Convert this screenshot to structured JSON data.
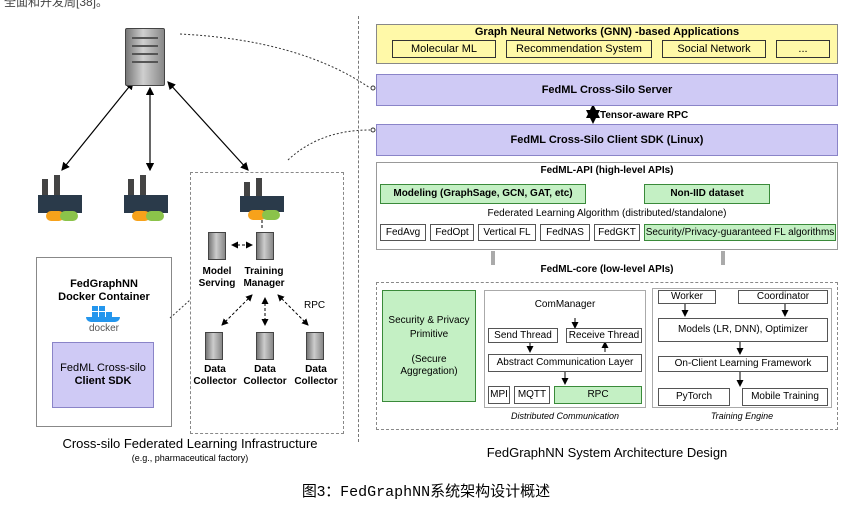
{
  "top_text": "全面和开发周[38]。",
  "left": {
    "fedgraphnn_container_title_1": "FedGraphNN",
    "fedgraphnn_container_title_2": "Docker Container",
    "docker_label": "docker",
    "client_sdk_1": "FedML Cross-silo",
    "client_sdk_2": "Client SDK",
    "model_serving_1": "Model",
    "model_serving_2": "Serving",
    "training_manager_1": "Training",
    "training_manager_2": "Manager",
    "rpc_label": "RPC",
    "data_collector_1": "Data",
    "data_collector_2": "Collector",
    "caption_main": "Cross-silo Federated Learning Infrastructure",
    "caption_sub": "(e.g., pharmaceutical factory)"
  },
  "right": {
    "gnn_apps_title": "Graph Neural Networks (GNN) -based Applications",
    "apps": [
      "Molecular ML",
      "Recommendation System",
      "Social Network",
      "..."
    ],
    "server": "FedML Cross-Silo Server",
    "tensor_rpc": "Tensor-aware RPC",
    "client_sdk": "FedML Cross-Silo Client SDK (Linux)",
    "fedml_api_title": "FedML-API (high-level APIs)",
    "modeling": "Modeling (GraphSage, GCN, GAT, etc)",
    "non_iid": "Non-IID dataset",
    "fl_algo_title": "Federated Learning Algorithm (distributed/standalone)",
    "algorithms": [
      "FedAvg",
      "FedOpt",
      "Vertical FL",
      "FedNAS",
      "FedGKT"
    ],
    "secure_algorithms": "Security/Privacy-guaranteed FL algorithms",
    "fedml_core_title": "FedML-core (low-level APIs)",
    "security_1": "Security & Privacy",
    "security_2": "Primitive",
    "security_3": "(Secure Aggregation)",
    "com_manager": "ComManager",
    "send_thread": "Send Thread",
    "receive_thread": "Receive Thread",
    "abstract_comm": "Abstract Communication Layer",
    "mpi": "MPI",
    "mqtt": "MQTT",
    "rpc": "RPC",
    "distributed_comm": "Distributed Communication",
    "worker": "Worker",
    "coordinator": "Coordinator",
    "models": "Models (LR, DNN), Optimizer",
    "on_client": "On-Client Learning Framework",
    "pytorch": "PyTorch",
    "mobile_training": "Mobile Training",
    "training_engine": "Training Engine",
    "caption": "FedGraphNN System Architecture Design"
  },
  "figure_caption_prefix": "图3：",
  "figure_caption_code": "FedGraphNN",
  "figure_caption_suffix": "系统架构设计概述",
  "colors": {
    "purple": "#cfcaf5",
    "yellow": "#fff9a8",
    "green": "#c4f0c4",
    "docker_blue": "#2496ed"
  }
}
